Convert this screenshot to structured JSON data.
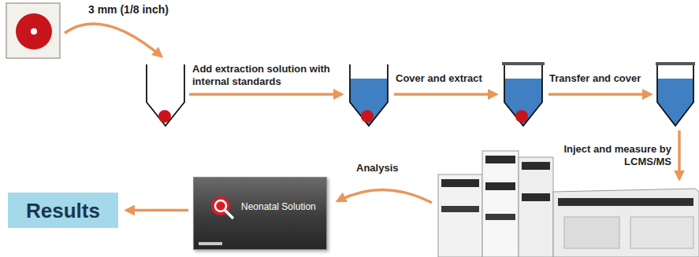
{
  "diagram": {
    "nodes": [
      {
        "text": [
          "Neonatal Solution"
        ]
      },
      {
        "text": [
          "Results"
        ]
      }
    ],
    "edges": [
      {
        "from": 0,
        "to": 1,
        "arrow": "to"
      }
    ],
    "labels": [
      "3 mm (1/8 inch)",
      "Add extraction solution with internal standards",
      "Cover and extract",
      "Transfer and cover",
      "Inject and measure by LCMS/MS",
      "Analysis"
    ]
  }
}
